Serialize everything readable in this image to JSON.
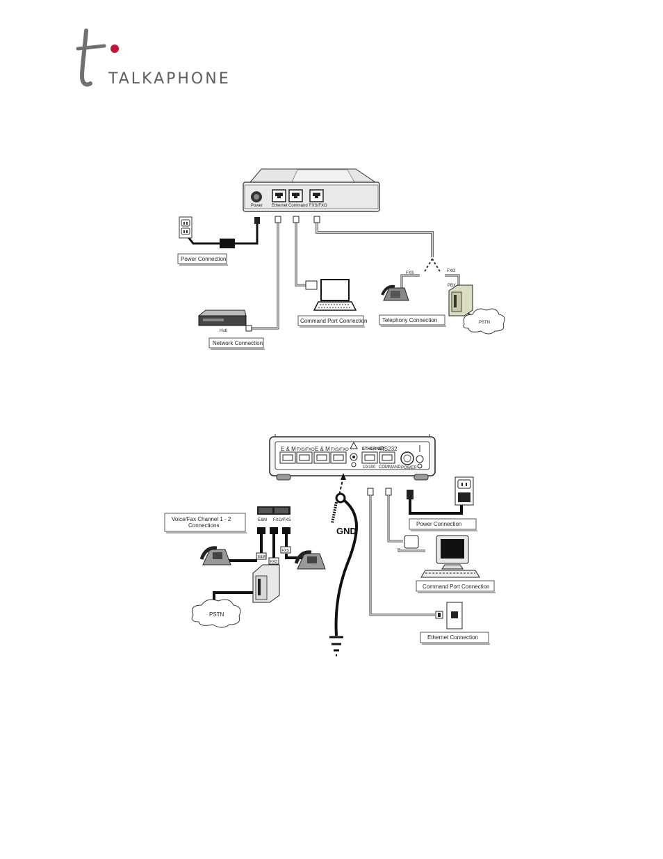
{
  "header": {
    "brand": "TALKAPHONE",
    "accent_color": "#c0143c"
  },
  "diagram1": {
    "ports": {
      "power": "Power",
      "ethernet": "Ethernet",
      "command": "Command",
      "fxs_fxo": "FXS/FXO"
    },
    "labels": {
      "power_connection": "Power Connection",
      "hub": "Hub",
      "network_connection": "Network Connection",
      "command_port_connection": "Command Port Connection",
      "telephony_connection": "Telephony Connection",
      "fxs": "FXS",
      "fxo": "FXO",
      "pbx": "PBX",
      "pstn": "PSTN"
    }
  },
  "diagram2": {
    "ports": {
      "em1": "E & M",
      "fxsfxo1": "FXS/FXO",
      "em2": "E & M",
      "fxsfxo2": "FXS/FXO",
      "ethernet": "ETHERNET",
      "rs232": "RS232",
      "ethernet_sub": "10/100",
      "rs232_sub": "COMMAND",
      "power": "POWER"
    },
    "labels": {
      "voice_fax_line1": "Voice/Fax Channel 1 - 2",
      "voice_fax_line2": "Connections",
      "em_plug": "E&M",
      "fxo_fxs_plug": "FXO/FXS",
      "em_tag": "E&M",
      "fxo_tag": "FXO",
      "fxs_tag": "FXS",
      "gnd": "GND",
      "pstn": "PSTN",
      "power_connection": "Power Connection",
      "command_port_connection": "Command Port Connection",
      "ethernet_connection": "Ethernet Connection"
    }
  }
}
